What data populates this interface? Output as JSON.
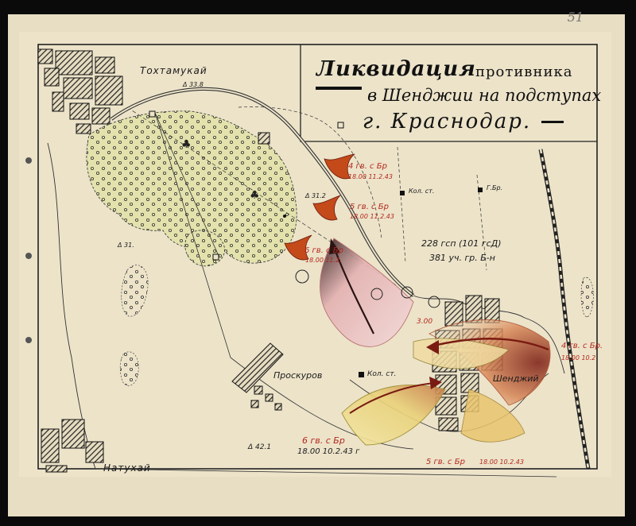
{
  "page_number": "51",
  "title": {
    "main": "Ликвидация",
    "rest": "противника",
    "line2": "в Шенджии на подступах",
    "line3": "г. Краснодар."
  },
  "places": {
    "tokhtamukai": "Тохтамукай",
    "proskurov": "Проскуров",
    "natukhai": "Натухай",
    "shendzhii": "Шенджий"
  },
  "markers": {
    "height_338": "Δ 33.8",
    "height_312": "Δ 31.2",
    "height_421": "Δ 42.1",
    "height_lf": "Δ 31.",
    "kol_st_1": "Кол. ст.",
    "kol_st_2": "Кол. ст.",
    "gbr": "Г.Бр."
  },
  "units": {
    "u1_name": "4 гв. с Бр",
    "u1_time": "18.00 11.2.43",
    "u2_name": "5 гв. с Бр",
    "u2_time": "18.00 11.2.43",
    "u3_name": "6 гв. с Бр",
    "u3_time": "18.00 11.2.",
    "u4_name": "4 гв. с Бр.",
    "u4_time": "18.00 10.2",
    "u5_name": "6 гв. с Бр",
    "u5_time": "18.00 10.2.43 г",
    "u6_name": "5 гв. с Бр",
    "u6_time": "18.00 10.2.43",
    "time_300": "3.00",
    "enemy_1": "228 гсп (101 гсД)",
    "enemy_2": "381 уч. гр. Б-н"
  },
  "colors": {
    "paper": "#ece3c9",
    "forest": "#e4e3b0",
    "ink": "#1b1b1b",
    "friendly_red": "#b5281e",
    "pink_fan": "#e7b9b9",
    "yellow_fan": "#ecd77a"
  }
}
